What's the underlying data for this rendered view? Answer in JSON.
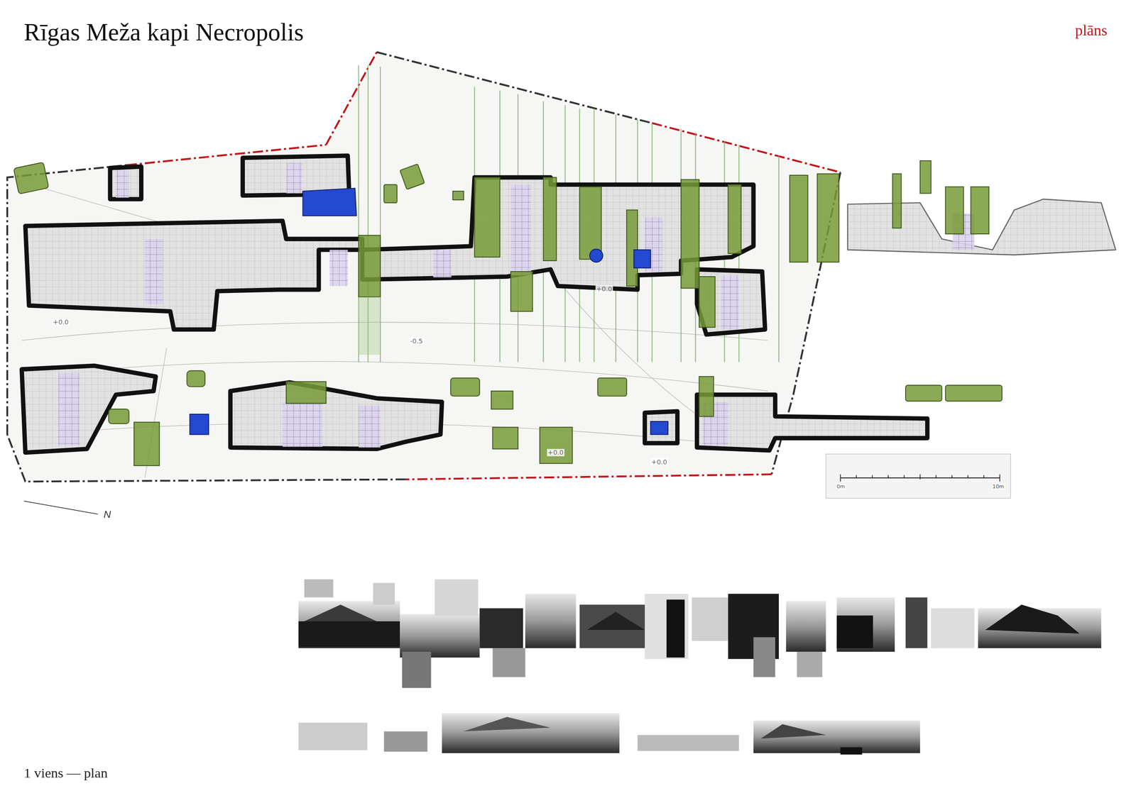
{
  "diagram": {
    "title": "Rīgas Meža kapi Necropolis",
    "caption": "1 viens — plan",
    "labels": [
      "plāns",
      "N",
      "+0.0",
      "-0.5",
      "+0.0",
      "+0.0",
      "+0.0",
      "0m",
      "10m"
    ]
  }
}
